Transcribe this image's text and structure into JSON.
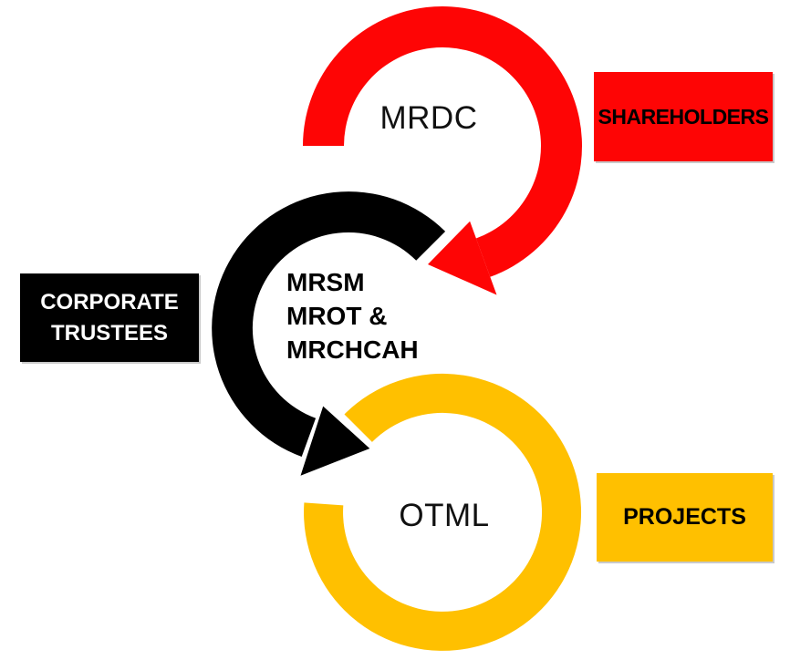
{
  "background": "#ffffff",
  "rings": {
    "mrdc": {
      "label": "MRDC",
      "color": "#fe0505"
    },
    "trustees": {
      "line1": "MRSM",
      "line2": "MROT &",
      "line3": "MRCHCAH",
      "color": "#000000"
    },
    "otml": {
      "label": "OTML",
      "color": "#ffc000"
    }
  },
  "boxes": {
    "shareholders": {
      "label": "SHAREHOLDERS",
      "bg": "#fe0505",
      "text": "#000000"
    },
    "corporate_trustees": {
      "line1": "CORPORATE",
      "line2": "TRUSTEES",
      "bg": "#000000",
      "text": "#ffffff"
    },
    "projects": {
      "label": "PROJECTS",
      "bg": "#ffc000",
      "text": "#000000"
    }
  }
}
